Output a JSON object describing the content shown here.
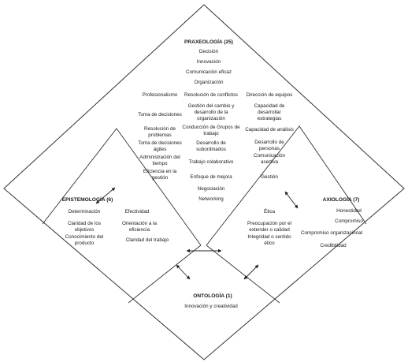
{
  "praxeologia": {
    "title": "PRAXEOLOGÍA (25)",
    "top": [
      "Decisión",
      "Innovación",
      "Comunicación eficaz",
      "Organización"
    ],
    "col_left": [
      [
        "Profesionalismo"
      ],
      [
        "Toma de decisiones"
      ],
      [
        "Resolución de",
        "problemas"
      ],
      [
        "Toma de decisiones",
        "ágiles"
      ],
      [
        "Administración del",
        "tiempo"
      ],
      [
        "Eficiencia en la",
        "gestión"
      ]
    ],
    "col_mid": [
      [
        "Resolución de conflictos"
      ],
      [
        "Gestión del cambio y",
        "desarrollo de la",
        "organización"
      ],
      [
        "Conducción de Grupos de",
        "trabajo"
      ],
      [
        "Desarrollo de",
        "subordinados"
      ],
      [
        "Trabajo colaborativo"
      ],
      [
        "Enfoque de mejora"
      ],
      [
        "Negociación"
      ],
      [
        "Networking"
      ]
    ],
    "col_right": [
      [
        "Dirección de equipos"
      ],
      [
        "Capacidad de",
        "desarrollar",
        "estrategias"
      ],
      [
        "Capacidad de análisis"
      ],
      [
        "Desarrollo de",
        "personas"
      ],
      [
        "Comunicación",
        "asertiva"
      ],
      [
        "Gestión"
      ]
    ]
  },
  "epistemologia": {
    "title": "EPISTEMOLOGÍA (6)",
    "col_left": [
      [
        "Determinación"
      ],
      [
        "Claridad de los",
        "objetivos"
      ],
      [
        "Conocimiento del",
        "producto"
      ]
    ],
    "col_right": [
      [
        "Efectividad"
      ],
      [
        "Orientación a la",
        "eficiencia"
      ],
      [
        "Claridad del trabajo"
      ]
    ]
  },
  "axiologia": {
    "title": "AXIOLOGÍA (7)",
    "left": [
      [
        "Ética"
      ],
      [
        "Preocupación por el",
        "extender o calidad"
      ],
      [
        "Integridad o sentido",
        "ético"
      ]
    ],
    "right": [
      "Honestidad",
      "Compromiso",
      "Compromiso organizacional",
      "Credibilidad"
    ]
  },
  "ontologia": {
    "title": "ONTOLOGÍA (1)",
    "items": [
      "Innovación y creatividad"
    ]
  }
}
